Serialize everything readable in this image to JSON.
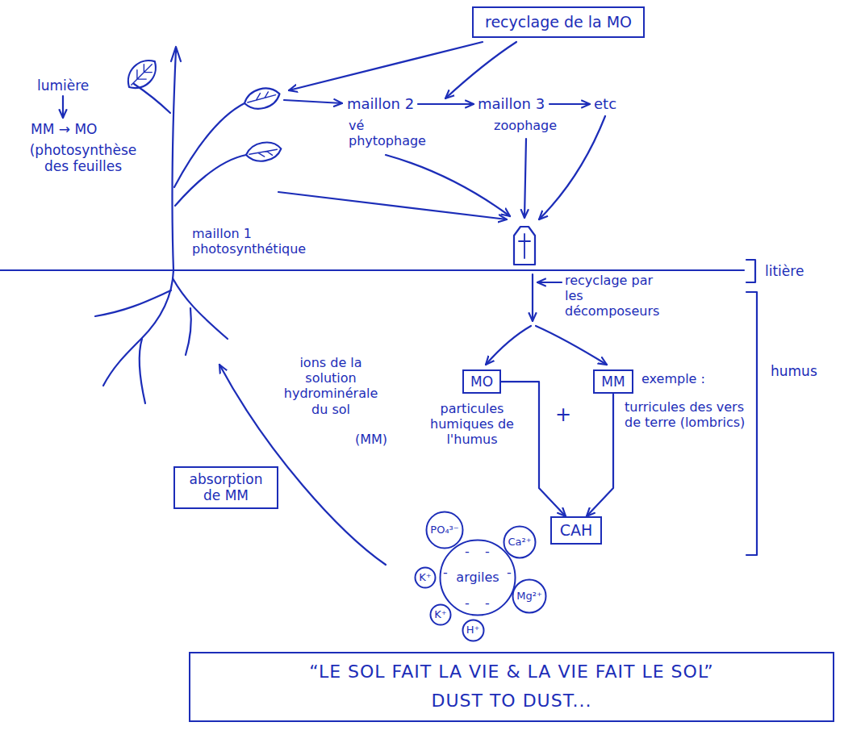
{
  "diagram": {
    "nodes": [
      {
        "text": [
          "recyclage de la MO"
        ]
      },
      {
        "text": [
          "MO"
        ]
      },
      {
        "text": [
          "MM"
        ]
      },
      {
        "text": [
          "CAH"
        ]
      },
      {
        "text": [
          "absorption de MM"
        ]
      },
      {
        "text": [
          "PO₄³⁻"
        ]
      },
      {
        "text": [
          "Ca²⁺"
        ]
      },
      {
        "text": [
          "K⁺"
        ]
      },
      {
        "text": [
          "argiles"
        ]
      },
      {
        "text": [
          "Mg²⁺"
        ]
      },
      {
        "text": [
          "K⁺"
        ]
      },
      {
        "text": [
          "H⁺"
        ]
      },
      {
        "text": [
          "“LE SOL FAIT LA VIE & LA VIE FAIT LE SOL”",
          "DUST TO DUST..."
        ]
      }
    ],
    "edges": [
      {
        "from": 1,
        "to": 3,
        "arrow": "to"
      },
      {
        "from": 2,
        "to": 3,
        "arrow": "to"
      }
    ],
    "labels": [
      "lumière",
      "MM → MO",
      "(photosynthèse des feuilles",
      "maillon 1 photosynthétique",
      "maillon 2",
      "vé phytophage",
      "maillon 3",
      "zoophage",
      "etc",
      "litière",
      "recyclage par les décomposeurs",
      "humus",
      "particules humiques de l'humus",
      "+",
      "exemple :",
      "turricules des vers de terre (lombrics)",
      "ions de la solution hydrominérale du sol",
      "(MM)",
      "-",
      "-",
      "-",
      "-",
      "-",
      "-"
    ]
  }
}
